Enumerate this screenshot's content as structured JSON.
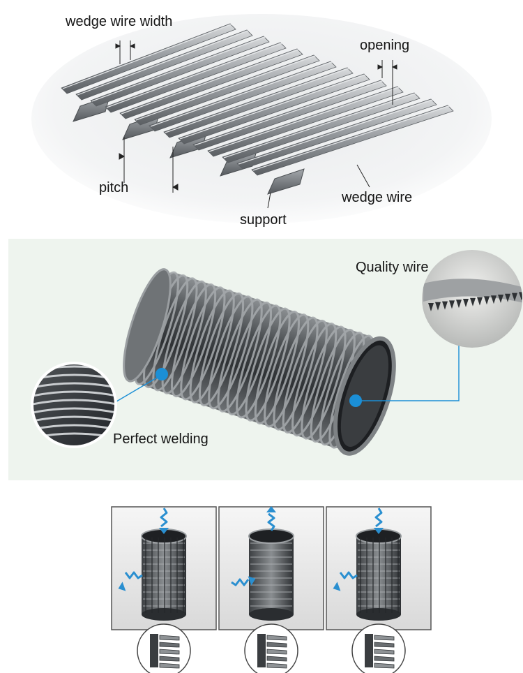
{
  "grid_panel": {
    "labels": {
      "wire_width": "wedge wire width",
      "opening": "opening",
      "pitch": "pitch",
      "wedge_wire": "wedge wire",
      "support": "support"
    },
    "colors": {
      "wire": "#8e9296",
      "wire_highlight": "#cfd2d5",
      "wire_shadow": "#55595d",
      "background": "#eaeced"
    }
  },
  "cylinder_panel": {
    "labels": {
      "quality_wire": "Quality wire",
      "perfect_welding": "Perfect welding"
    },
    "colors": {
      "accent": "#1b8fd6",
      "background": "#eef4ee",
      "metal_dark": "#3d4043",
      "metal_light": "#b9bcbf"
    }
  },
  "flow_panel": {
    "filters": [
      {
        "id": "outside-in",
        "flow": "down-then-out",
        "arrow_icon": "wavy-arrow-icon"
      },
      {
        "id": "inside-out",
        "flow": "in-then-up",
        "arrow_icon": "wavy-arrow-icon"
      },
      {
        "id": "outside-in-rods",
        "flow": "down-then-out",
        "arrow_icon": "wavy-arrow-icon"
      }
    ],
    "colors": {
      "arrow": "#2a8fd0",
      "frame": "#555555"
    }
  }
}
